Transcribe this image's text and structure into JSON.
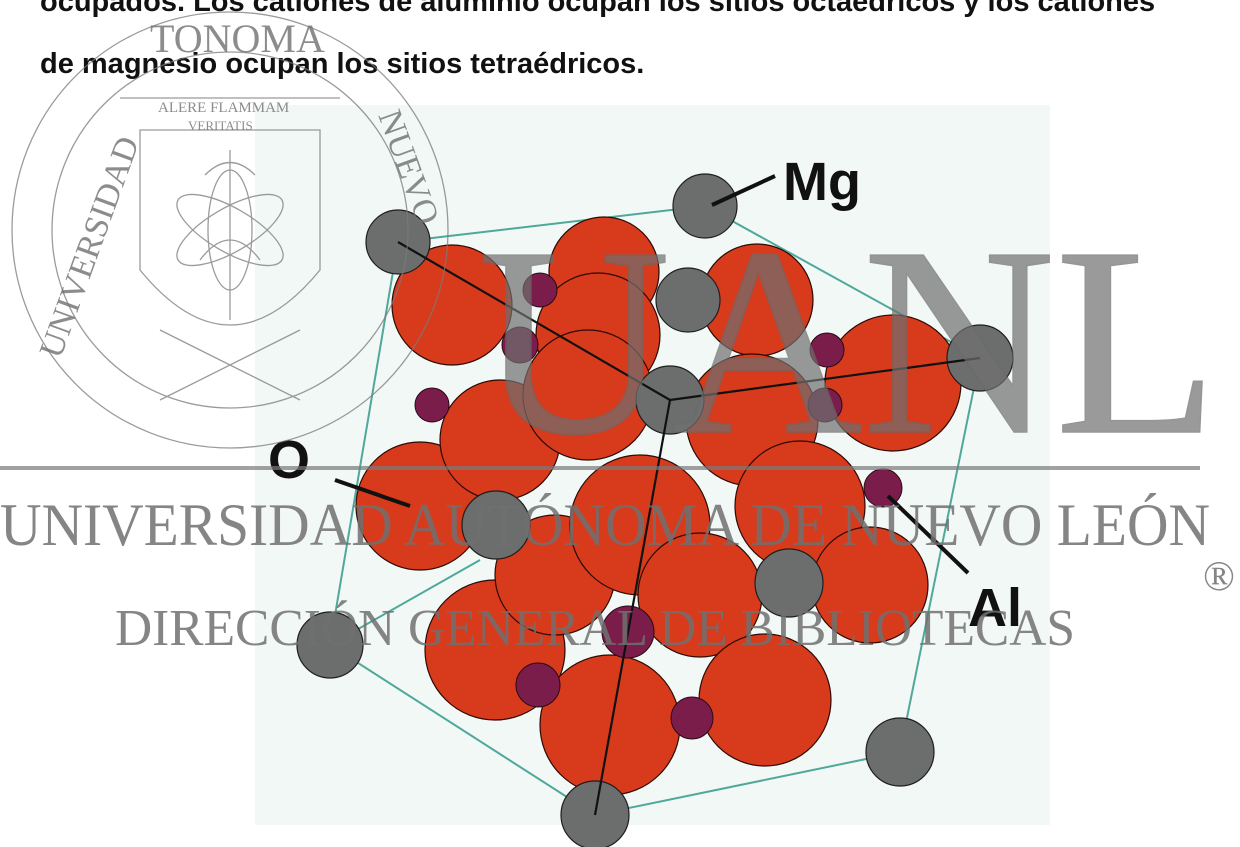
{
  "document": {
    "lines": [
      "ocupados. Los cationes de aluminio ocupan los sitios octaédricos y los cationes",
      "de magnesio ocupan los sitios tetraédricos."
    ]
  },
  "figure": {
    "labels": {
      "magnesium": "Mg",
      "oxygen": "O",
      "aluminum": "Al"
    },
    "colors": {
      "oxygen": "#d83a1c",
      "magnesium": "#6b6e6c",
      "aluminum": "#7a1d4a",
      "cell_edge": "#4fa89a",
      "background_tint": "#e8f2ef"
    }
  },
  "watermark": {
    "seal_top_text": "TONOMA",
    "seal_left_text": "UNIVERSIDAD",
    "seal_right_text": "NUEVO",
    "seal_banner": "ALERE FLAMMAM",
    "seal_banner_sub": "VERITATIS",
    "big_letters": "UANL",
    "university_name": "UNIVERSIDAD AUTÓNOMA DE NUEVO LEÓN",
    "registered_mark": "®",
    "library_name": "DIRECCIÓN GENERAL DE BIBLIOTECAS"
  }
}
